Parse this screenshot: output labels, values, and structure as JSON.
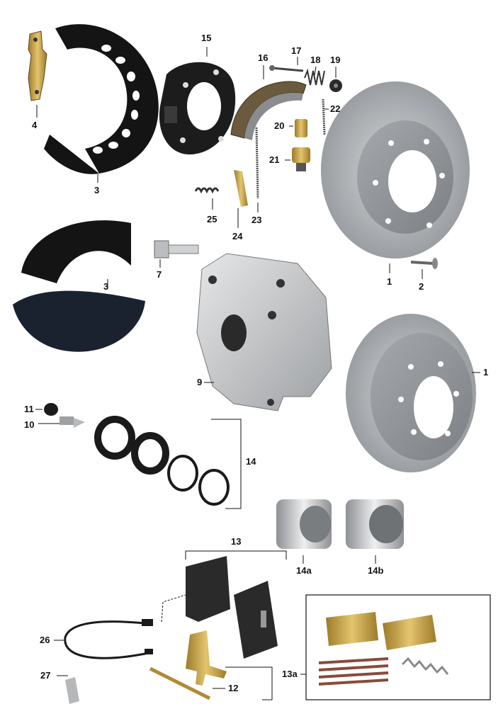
{
  "diagram": {
    "callouts": {
      "c1_top": "1",
      "c1_side": "1",
      "c2": "2",
      "c3_top": "3",
      "c3_mid": "3",
      "c4": "4",
      "c7": "7",
      "c9": "9",
      "c10": "10",
      "c11": "11",
      "c12": "12",
      "c13": "13",
      "c13a": "13a",
      "c14": "14",
      "c14a": "14a",
      "c14b": "14b",
      "c15": "15",
      "c16": "16",
      "c17": "17",
      "c18": "18",
      "c19": "19",
      "c20": "20",
      "c21": "21",
      "c22": "22",
      "c23": "23",
      "c24": "24",
      "c25": "25",
      "c26": "26",
      "c27": "27"
    },
    "colors": {
      "disc": "#a9adb1",
      "hub": "#8e9398",
      "shield": "#151515",
      "caliper": "#c9cbcd",
      "brass": "#c7a24a",
      "lining": "#6b5a3d",
      "seal": "#1a1a1a",
      "pad": "#2a2a2a"
    }
  }
}
